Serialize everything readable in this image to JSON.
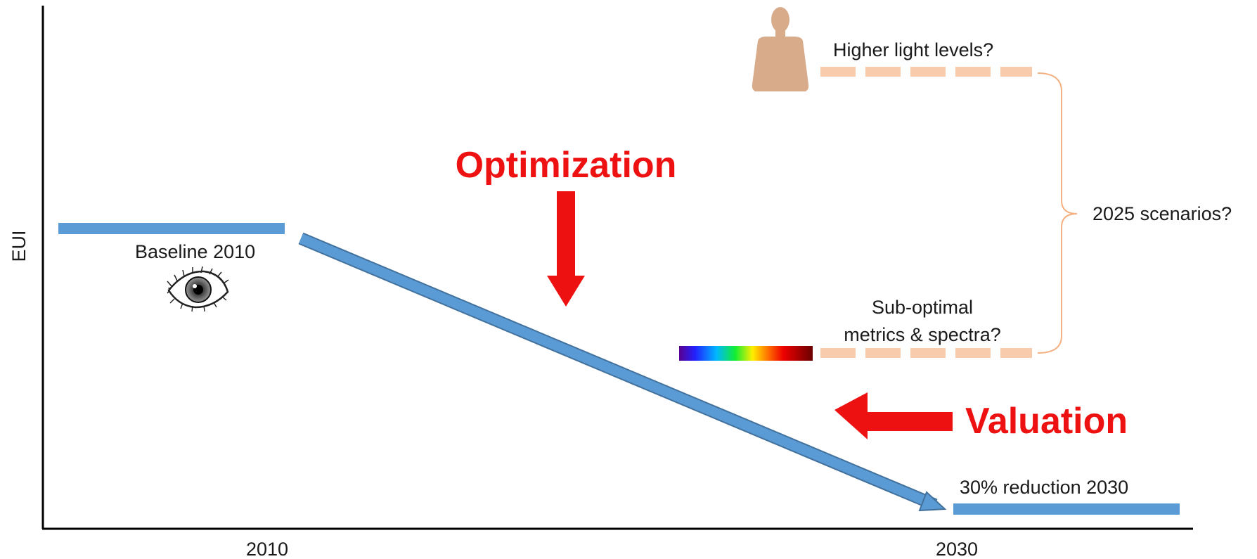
{
  "axes": {
    "y_label": "EUI",
    "x_ticks": [
      "2010",
      "2030"
    ]
  },
  "labels": {
    "baseline": "Baseline 2010",
    "reduction": "30% reduction 2030",
    "optimization": "Optimization",
    "valuation": "Valuation",
    "higher_light": "Higher light levels?",
    "suboptimal_line1": "Sub-optimal",
    "suboptimal_line2": "metrics & spectra?",
    "scenarios": "2025 scenarios?"
  },
  "colors": {
    "bar": "#5b9bd5",
    "bar_edge": "#41719c",
    "accent": "#ee1111",
    "dash": "#f8cbad",
    "brace": "#f4b183",
    "human": "#d8ab8a",
    "text": "#1a1a1a"
  },
  "icons": [
    "eye-icon",
    "human-silhouette-icon",
    "spectrum-gradient-icon"
  ]
}
